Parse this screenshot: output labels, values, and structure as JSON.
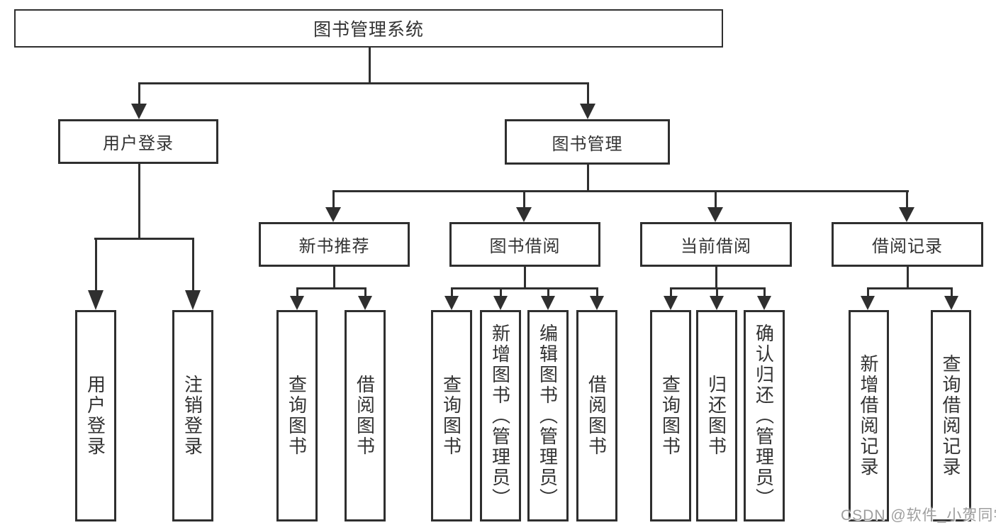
{
  "colors": {
    "line": "#2f2f2f",
    "text": "#333333",
    "watermark": "#9e9e9e",
    "background": "#ffffff"
  },
  "watermark": "CSDN @软件_小贺同学",
  "tree": {
    "root": {
      "label": "图书管理系统",
      "children": [
        {
          "label": "用户登录",
          "children": [
            {
              "label": "用户登录"
            },
            {
              "label": "注销登录"
            }
          ]
        },
        {
          "label": "图书管理",
          "children": [
            {
              "label": "新书推荐",
              "children": [
                {
                  "label": "查询图书"
                },
                {
                  "label": "借阅图书"
                }
              ]
            },
            {
              "label": "图书借阅",
              "children": [
                {
                  "label": "查询图书"
                },
                {
                  "label": "新增图书（管理员）"
                },
                {
                  "label": "编辑图书（管理员）"
                },
                {
                  "label": "借阅图书"
                }
              ]
            },
            {
              "label": "当前借阅",
              "children": [
                {
                  "label": "查询图书"
                },
                {
                  "label": "归还图书"
                },
                {
                  "label": "确认归还（管理员）"
                }
              ]
            },
            {
              "label": "借阅记录",
              "children": [
                {
                  "label": "新增借阅记录"
                },
                {
                  "label": "查询借阅记录"
                }
              ]
            }
          ]
        }
      ]
    }
  }
}
